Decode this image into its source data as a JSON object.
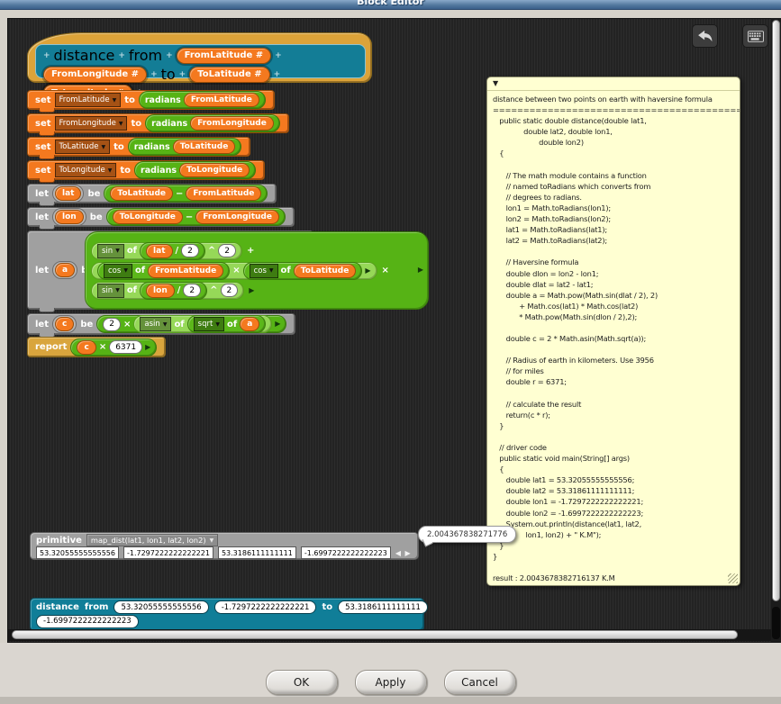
{
  "titlebar": {
    "title": "Block Editor"
  },
  "ui": {
    "down": "▼",
    "right": "▶",
    "leftright": "◀ ▶"
  },
  "proto": {
    "plus": "+",
    "name": "distance",
    "from": "from",
    "to": "to",
    "params": [
      "FromLatitude #",
      "FromLongitude #",
      "ToLatitude #",
      "ToLongitude #"
    ]
  },
  "sets": {
    "kw": "set",
    "to": "to",
    "fn": "radians",
    "rows": [
      {
        "var": "FromLatitude"
      },
      {
        "var": "FromLongitude"
      },
      {
        "var": "ToLatitude"
      },
      {
        "var": "ToLongitude"
      }
    ]
  },
  "lets": {
    "kw": "let",
    "be": "be",
    "of": "of",
    "minus": "−",
    "times": "×",
    "div": "/",
    "pow": "^",
    "plus": "+",
    "two": "2",
    "lat": {
      "var": "lat",
      "left": "ToLatitude",
      "right": "FromLatitude"
    },
    "lon": {
      "var": "lon",
      "left": "ToLongitude",
      "right": "FromLongitude"
    },
    "a": {
      "var": "a",
      "sin": "sin",
      "cos": "cos",
      "lat": "lat",
      "lon": "lon",
      "from_lat": "FromLatitude",
      "to_lat": "ToLatitude"
    },
    "c": {
      "var": "c",
      "asin": "asin",
      "sqrt": "sqrt",
      "a": "a"
    }
  },
  "report": {
    "kw": "report",
    "var": "c",
    "times": "×",
    "radius": "6371"
  },
  "comment": {
    "text": "distance between two points on earth with haversine formula\n==================================================\n   public static double distance(double lat1,\n              double lat2, double lon1,\n                     double lon2)\n   {\n\n      // The math module contains a function\n      // named toRadians which converts from\n      // degrees to radians.\n      lon1 = Math.toRadians(lon1);\n      lon2 = Math.toRadians(lon2);\n      lat1 = Math.toRadians(lat1);\n      lat2 = Math.toRadians(lat2);\n\n      // Haversine formula\n      double dlon = lon2 - lon1;\n      double dlat = lat2 - lat1;\n      double a = Math.pow(Math.sin(dlat / 2), 2)\n            + Math.cos(lat1) * Math.cos(lat2)\n            * Math.pow(Math.sin(dlon / 2),2);\n\n      double c = 2 * Math.asin(Math.sqrt(a));\n\n      // Radius of earth in kilometers. Use 3956\n      // for miles\n      double r = 6371;\n\n      // calculate the result\n      return(c * r);\n   }\n\n   // driver code\n   public static void main(String[] args)\n   {\n      double lat1 = 53.32055555555556;\n      double lat2 = 53.31861111111111;\n      double lon1 = -1.7297222222222221;\n      double lon2 = -1.6997222222222223;\n      System.out.println(distance(lat1, lat2,\n               lon1, lon2) + \" K.M\");\n   }\n}\n\nresult : 2.0043678382716137 K.M"
  },
  "primitive": {
    "kw": "primitive",
    "selector": "map_dist(lat1, lon1, lat2, lon2)",
    "inputs": [
      "53.32055555555556",
      "-1.7297222222222221",
      "53.3186111111111",
      "-1.6997222222222223"
    ]
  },
  "balloon": {
    "value": "2.004367838271776"
  },
  "caller": {
    "name": "distance",
    "from": "from",
    "to": "to",
    "args": [
      "53.32055555555556",
      "-1.7297222222222221",
      "53.3186111111111",
      "-1.6997222222222223"
    ]
  },
  "footer": {
    "ok": "OK",
    "apply": "Apply",
    "cancel": "Cancel"
  }
}
